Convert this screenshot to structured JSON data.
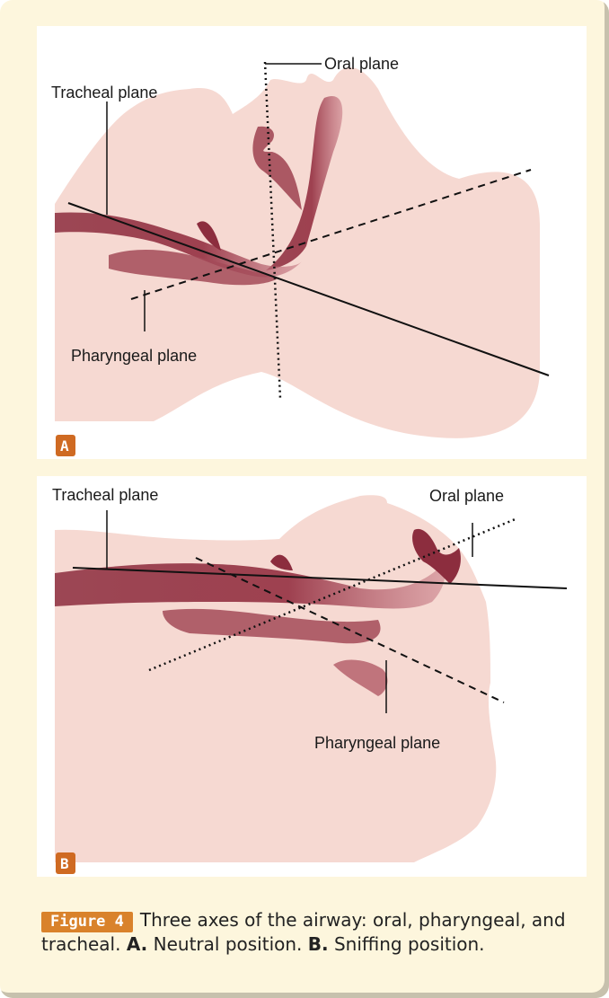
{
  "panel_a": {
    "badge": "A",
    "labels": {
      "oral": "Oral plane",
      "tracheal": "Tracheal plane",
      "pharyngeal": "Pharyngeal plane"
    }
  },
  "panel_b": {
    "badge": "B",
    "labels": {
      "oral": "Oral plane",
      "tracheal": "Tracheal plane",
      "pharyngeal": "Pharyngeal plane"
    }
  },
  "caption": {
    "figure_label": "Figure 4",
    "text": "Three axes of the airway: oral, pharyngeal, and tracheal.",
    "a_label": "A.",
    "a_text": "Neutral position.",
    "b_label": "B.",
    "b_text": "Sniffing position."
  },
  "colors": {
    "skin": "#f6d9d2",
    "airway_dark": "#8c2d3e",
    "airway_light": "#c77a85",
    "badge": "#cf6a22",
    "card_bg": "#fdf6dd"
  }
}
